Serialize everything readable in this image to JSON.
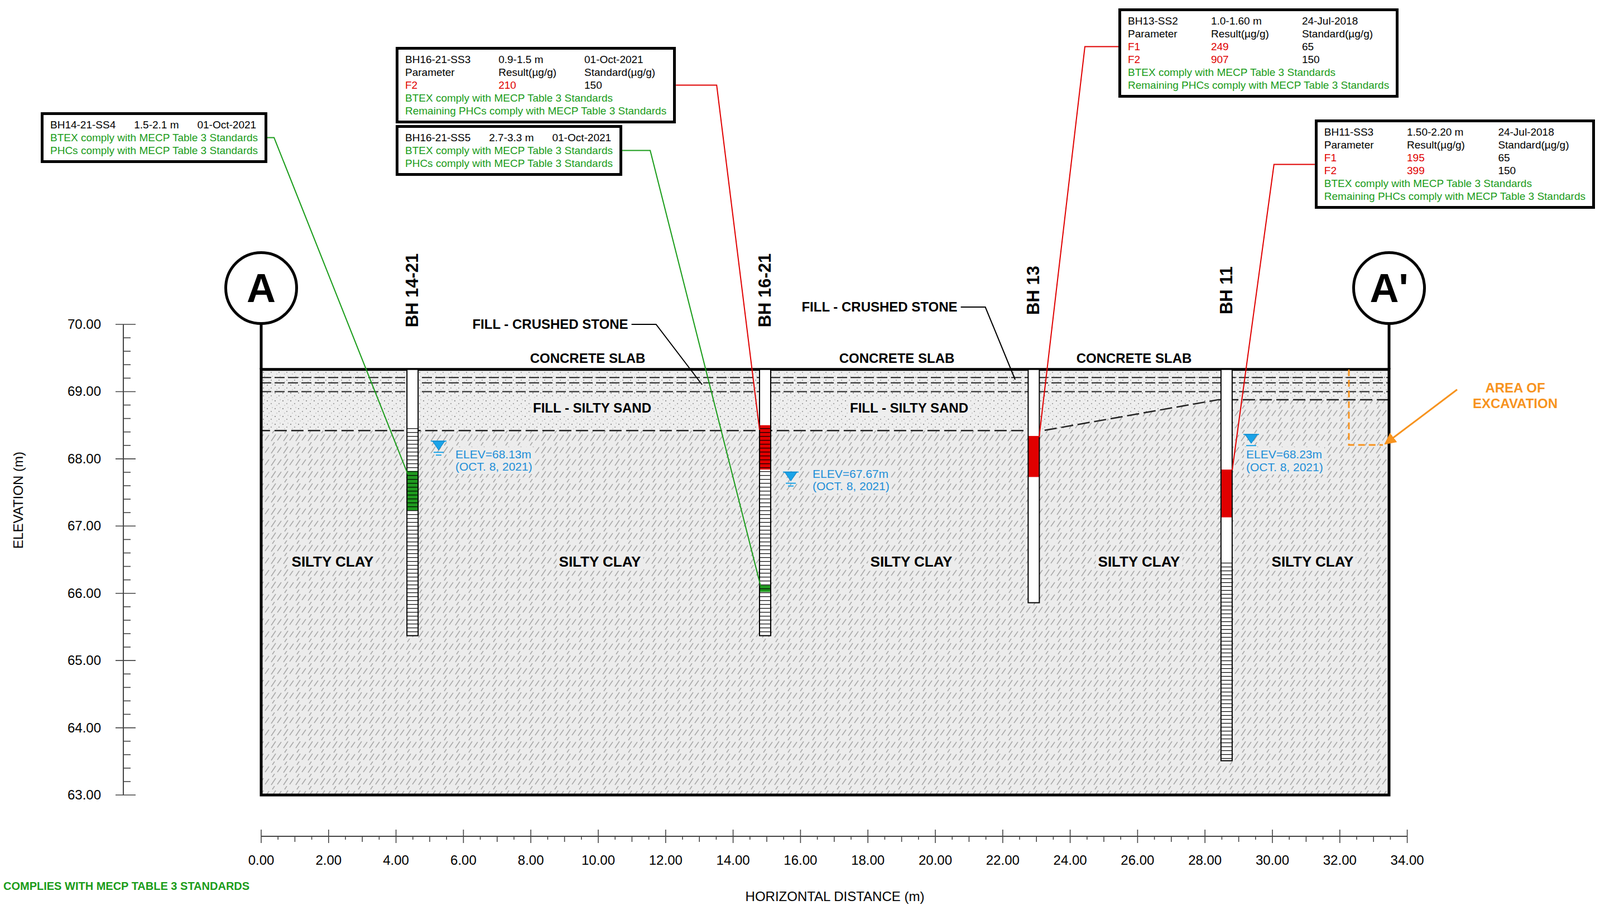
{
  "diagram": {
    "nodes": [
      {
        "text": [
          "BH14-21-SS4",
          "1.5-2.1 m",
          "01-Oct-2021",
          "BTEX comply with MECP Table 3 Standards",
          "PHCs comply with MECP Table 3 Standards"
        ]
      },
      {
        "text": [
          "BH16-21-SS3",
          "0.9-1.5 m",
          "01-Oct-2021",
          "Parameter",
          "Result(µg/g)",
          "Standard(µg/g)",
          "F2",
          "210",
          "150",
          "BTEX comply with MECP Table 3 Standards",
          "Remaining PHCs comply with MECP Table 3 Standards"
        ]
      },
      {
        "text": [
          "BH16-21-SS5",
          "2.7-3.3 m",
          "01-Oct-2021",
          "BTEX comply with MECP Table 3 Standards",
          "PHCs comply with MECP Table 3 Standards"
        ]
      },
      {
        "text": [
          "BH13-SS2",
          "1.0-1.60 m",
          "24-Jul-2018",
          "Parameter",
          "Result(µg/g)",
          "Standard(µg/g)",
          "F1",
          "249",
          "65",
          "F2",
          "907",
          "150",
          "BTEX comply with MECP Table 3 Standards",
          "Remaining PHCs comply with MECP Table 3 Standards"
        ]
      },
      {
        "text": [
          "BH11-SS3",
          "1.50-2.20 m",
          "24-Jul-2018",
          "Parameter",
          "Result(µg/g)",
          "Standard(µg/g)",
          "F1",
          "195",
          "65",
          "F2",
          "399",
          "150",
          "BTEX comply with MECP Table 3 Standards",
          "Remaining PHCs comply with MECP Table 3 Standards"
        ]
      },
      {
        "text": [
          "A"
        ]
      },
      {
        "text": [
          "A'"
        ]
      }
    ],
    "labels": [
      "BH 14-21",
      "BH 16-21",
      "BH 13",
      "BH 11",
      "CONCRETE SLAB",
      "CONCRETE SLAB",
      "CONCRETE SLAB",
      "FILL - CRUSHED STONE",
      "FILL - CRUSHED STONE",
      "FILL - SILTY SAND",
      "FILL - SILTY SAND",
      "SILTY CLAY",
      "SILTY CLAY",
      "SILTY CLAY",
      "SILTY CLAY",
      "SILTY CLAY",
      "ELEV=68.13m",
      "(OCT. 8, 2021)",
      "ELEV=67.67m",
      "(OCT. 8, 2021)",
      "ELEV=68.23m",
      "(OCT. 8, 2021)",
      "AREA OF EXCAVATION",
      "ELEVATION (m)",
      "70.00",
      "69.00",
      "68.00",
      "67.00",
      "66.00",
      "65.00",
      "64.00",
      "63.00",
      "HORIZONTAL DISTANCE (m)",
      "0.00",
      "2.00",
      "4.00",
      "6.00",
      "8.00",
      "10.00",
      "12.00",
      "14.00",
      "16.00",
      "18.00",
      "20.00",
      "22.00",
      "24.00",
      "26.00",
      "28.00",
      "30.00",
      "32.00",
      "34.00",
      "COMPLIES WITH MECP TABLE 3 STANDARDS"
    ]
  }
}
